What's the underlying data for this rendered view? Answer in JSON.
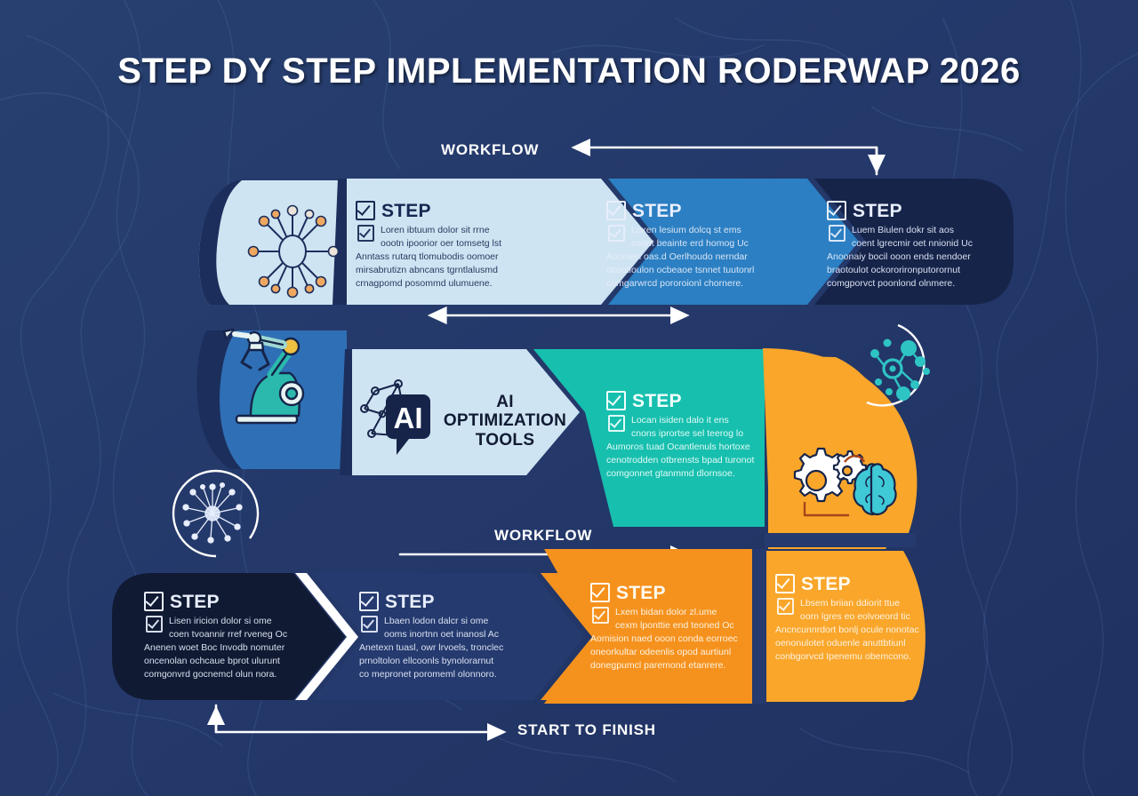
{
  "page": {
    "title": "STEP DY STEP IMPLEMENTATION RODERWAP 2026",
    "background_color": "#253a6e"
  },
  "palette": {
    "bg_dark_navy": "#253a6e",
    "deep_navy": "#16244a",
    "darkest_navy": "#101a33",
    "pale_blue": "#cfe4f2",
    "mid_blue": "#2b7fc2",
    "royal_blue": "#2f6fb5",
    "teal": "#17bfae",
    "orange": "#f5921e",
    "amber": "#f9a62b",
    "white": "#ffffff",
    "accent_teal_icon": "#2ec4c4",
    "node_orange": "#f0a860"
  },
  "labels": {
    "workflow_top": "WORKFLOW",
    "workflow_middle": "WORKFLOW",
    "start_to_finish": "START TO FINISH"
  },
  "ai_badge": {
    "line1": "AI",
    "line2": "OPTIMIZATION",
    "line3": "TOOLS",
    "icon": "ai-chat-bubble-icon"
  },
  "icons": [
    {
      "name": "network-hub-icon",
      "region": "top-row-left-fan"
    },
    {
      "name": "robot-arm-icon",
      "region": "middle-row-left-fan"
    },
    {
      "name": "gear-brain-icon",
      "region": "right-fan-amber"
    },
    {
      "name": "molecule-cluster-icon",
      "region": "right-decorative-circle"
    },
    {
      "name": "neuron-burst-icon",
      "region": "left-decorative-circle"
    }
  ],
  "steps": [
    {
      "id": "step-top-1",
      "title": "STEP",
      "body_line1": "Loren ibtuum dolor sit rrne",
      "body_line2": "oootn ipoorior oer tomsetg lst",
      "body_line3": "Anntass rutarq tlomubodis oomoer",
      "body_line4": "mirsabrutizn abncans tgrntlalusmd",
      "body_line5": "crnagpomd posommd ulumuene.",
      "fill": "#cfe4f2",
      "text_color": "#152a52"
    },
    {
      "id": "step-top-2",
      "title": "STEP",
      "body_line1": "Loxen lesium dolcq st ems",
      "body_line2": "coont beainte erd homog Uc",
      "body_line3": "Aoomen oas.d  Oerlhoudo nerndar",
      "body_line4": "ocoutioulon ocbeaoe tsnnet tuutonrl",
      "body_line5": "comgarwrcd pororoionl chornere.",
      "fill": "#2b7fc2",
      "text_color": "#eaf3fb"
    },
    {
      "id": "step-top-3",
      "title": "STEP",
      "body_line1": "Luem Biulen dokr sit aos",
      "body_line2": "coent lgrecmir oet nnionid Uc",
      "body_line3": "Anoonaiy bocil  ooon ends nendoer",
      "body_line4": "braotoulot ockororironputorornut",
      "body_line5": "comgporvct poonlond olnmere.",
      "fill": "#16244a",
      "text_color": "#dbe5f8"
    },
    {
      "id": "step-mid-teal",
      "title": "STEP",
      "body_line1": "Locan isiden dalo it ens",
      "body_line2": "cnons iprortse sel teerog lo",
      "body_line3": "Aumoros tuad  Ocantlenuls hortoxe",
      "body_line4": "cenotrodden otbrensts bpad turonot",
      "body_line5": "comgonnet gtanmmd dlornsoe.",
      "fill": "#17bfae",
      "text_color": "#f4fffd"
    },
    {
      "id": "step-bot-1",
      "title": "STEP",
      "body_line1": "Lisen iricion dolor si ome",
      "body_line2": "coen tvoannir rref rveneg Oc",
      "body_line3": "Anenen woet  Boc Invodb nomuter",
      "body_line4": "oncenolan ochcaue bprot ulurunt",
      "body_line5": "comgonvrd gocnemcl olun nora.",
      "fill": "#101a33",
      "text_color": "#e0e8fa"
    },
    {
      "id": "step-bot-2",
      "title": "STEP",
      "body_line1": "Lbaen lodon dalcr si ome",
      "body_line2": "ooms inortnn oet inanosl Ac",
      "body_line3": "Anetexn tuasl, owr lrvoels, tronclec",
      "body_line4": "prnoltolon ellcoonls bynolorarnut",
      "body_line5": "co mepronet poromeml olonnoro.",
      "fill": "#253a6e",
      "text_color": "#dfe7f8"
    },
    {
      "id": "step-bot-3",
      "title": "STEP",
      "body_line1": "Lxem bidan dolor zl.ume",
      "body_line2": "cexm lponttie end teoned Oc",
      "body_line3": "Aomision naed  ooon conda eorroec",
      "body_line4": "oneorkultar odeenlis opod aurtiunl",
      "body_line5": "donegpumcl paremond etanrere.",
      "fill": "#f5921e",
      "text_color": "#fff6e8"
    },
    {
      "id": "step-bot-4",
      "title": "STEP",
      "body_line1": "Lbsem briian ddiorit ttue",
      "body_line2": "oorn lgres eo eolvoeord tic",
      "body_line3": "Ancncunnrdort  bonlj ocule nonotac",
      "body_line4": "oenonulotet oduenle anuttbtiunl",
      "body_line5": "conbgorvcd Ipenemu obemcono.",
      "fill": "#f9a62b",
      "text_color": "#fff6e8"
    }
  ],
  "arrows": {
    "top": {
      "direction": "left",
      "has_hook": true,
      "hook_side": "right"
    },
    "top_inner": {
      "direction": "both",
      "has_hook": false
    },
    "middle": {
      "direction": "right",
      "has_hook": false
    },
    "bottom": {
      "direction": "right",
      "has_hook": true,
      "hook_side": "left"
    }
  }
}
